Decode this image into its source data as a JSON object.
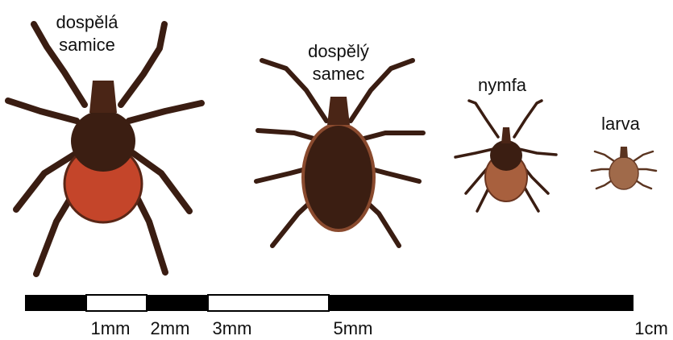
{
  "specimens": [
    {
      "id": "female",
      "label_line1": "dospělá",
      "label_line2": "samice"
    },
    {
      "id": "male",
      "label_line1": "dospělý",
      "label_line2": "samec"
    },
    {
      "id": "nymph",
      "label_line1": "nymfa",
      "label_line2": ""
    },
    {
      "id": "larva",
      "label_line1": "larva",
      "label_line2": ""
    }
  ],
  "scale": {
    "labels": [
      "1mm",
      "2mm",
      "3mm",
      "5mm",
      "1cm"
    ],
    "segment_pattern": [
      "black",
      "white",
      "black",
      "white",
      "black"
    ]
  },
  "colors": {
    "body_dark": "#3b1e12",
    "leg": "#3a1d12",
    "female_abdomen": "#c4452a",
    "male_edge": "#8a4a2e",
    "nymph_abdomen": "#a8603e",
    "larva_body": "#a06a4a"
  }
}
